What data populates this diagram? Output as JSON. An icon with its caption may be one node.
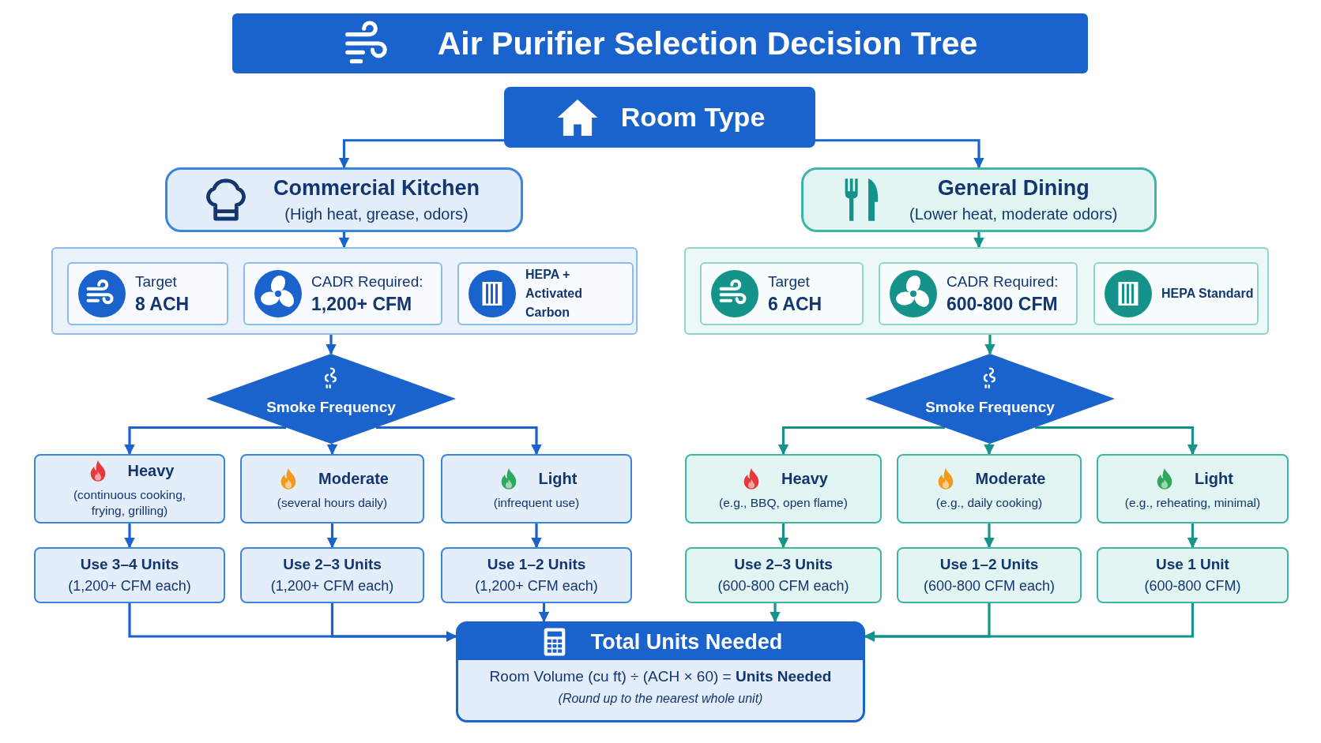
{
  "diagram": {
    "title": "Air Purifier Selection Decision Tree",
    "nodes": [
      {
        "text": [
          "Room Type"
        ]
      },
      {
        "text": [
          "Commercial Kitchen",
          "(High heat, grease, odors)"
        ]
      },
      {
        "text": [
          "General Dining",
          "(Lower heat, moderate odors)"
        ]
      },
      {
        "text": [],
        "shape": "box"
      },
      {
        "text": [
          "Target",
          "8 ACH"
        ],
        "in": 3
      },
      {
        "text": [
          "CADR Required:",
          "1,200+ CFM"
        ],
        "in": 3
      },
      {
        "text": [
          "HEPA + Activated Carbon"
        ],
        "in": 3
      },
      {
        "text": [],
        "shape": "box"
      },
      {
        "text": [
          "Target",
          "6 ACH"
        ],
        "in": 7
      },
      {
        "text": [
          "CADR Required:",
          "600-800 CFM"
        ],
        "in": 7
      },
      {
        "text": [
          "HEPA Standard"
        ],
        "in": 7
      },
      {
        "text": [
          "Smoke Frequency"
        ]
      },
      {
        "text": [
          "Smoke Frequency"
        ]
      },
      {
        "text": [
          "Heavy",
          "(continuous cooking, frying, grilling)"
        ]
      },
      {
        "text": [
          "Moderate",
          "(several hours daily)"
        ]
      },
      {
        "text": [
          "Light",
          "(infrequent use)"
        ]
      },
      {
        "text": [
          "Heavy",
          "(e.g., BBQ, open flame)"
        ]
      },
      {
        "text": [
          "Moderate",
          "(e.g., daily cooking)"
        ]
      },
      {
        "text": [
          "Light",
          "(e.g., reheating, minimal)"
        ]
      },
      {
        "text": [
          "Use 3–4 Units",
          "(1,200+ CFM each)"
        ]
      },
      {
        "text": [
          "Use 2–3 Units",
          "(1,200+ CFM each)"
        ]
      },
      {
        "text": [
          "Use 1–2 Units",
          "(1,200+ CFM each)"
        ]
      },
      {
        "text": [
          "Use 2–3 Units",
          "(600-800 CFM each)"
        ]
      },
      {
        "text": [
          "Use 1–2 Units",
          "(600-800 CFM each)"
        ]
      },
      {
        "text": [
          "Use 1 Unit",
          "(600-800 CFM)"
        ]
      },
      {
        "text": [
          "Total Units Needed",
          "Room Volume (cu ft) ÷ (ACH × 60) = **Units Needed**",
          "(Round up to the nearest whole unit)"
        ]
      }
    ],
    "edges": [
      {
        "from": 0,
        "to": 1,
        "arrow": "to"
      },
      {
        "from": 0,
        "to": 2,
        "arrow": "to"
      },
      {
        "from": 1,
        "to": 3,
        "arrow": "to"
      },
      {
        "from": 2,
        "to": 7,
        "arrow": "to",
        "color": "#15938a"
      },
      {
        "from": 3,
        "to": 11,
        "arrow": "to"
      },
      {
        "from": 7,
        "to": 12,
        "arrow": "to",
        "color": "#15938a"
      },
      {
        "from": 11,
        "to": 13,
        "arrow": "to"
      },
      {
        "from": 11,
        "to": 14,
        "arrow": "to"
      },
      {
        "from": 11,
        "to": 15,
        "arrow": "to"
      },
      {
        "from": 12,
        "to": 16,
        "arrow": "to",
        "color": "#15938a"
      },
      {
        "from": 12,
        "to": 17,
        "arrow": "to",
        "color": "#15938a"
      },
      {
        "from": 12,
        "to": 18,
        "arrow": "to",
        "color": "#15938a"
      },
      {
        "from": 13,
        "to": 19,
        "arrow": "to"
      },
      {
        "from": 14,
        "to": 20,
        "arrow": "to"
      },
      {
        "from": 15,
        "to": 21,
        "arrow": "to"
      },
      {
        "from": 16,
        "to": 22,
        "arrow": "to",
        "color": "#15938a"
      },
      {
        "from": 17,
        "to": 23,
        "arrow": "to",
        "color": "#15938a"
      },
      {
        "from": 18,
        "to": 24,
        "arrow": "to",
        "color": "#15938a"
      },
      {
        "from": 19,
        "to": 25,
        "arrow": "to"
      },
      {
        "from": 20,
        "to": 25,
        "arrow": "to"
      },
      {
        "from": 21,
        "to": 25,
        "arrow": "to"
      },
      {
        "from": 22,
        "to": 25,
        "arrow": "to",
        "color": "#15938a"
      },
      {
        "from": 23,
        "to": 25,
        "arrow": "to",
        "color": "#15938a"
      },
      {
        "from": 24,
        "to": 25,
        "arrow": "to",
        "color": "#15938a"
      }
    ]
  }
}
